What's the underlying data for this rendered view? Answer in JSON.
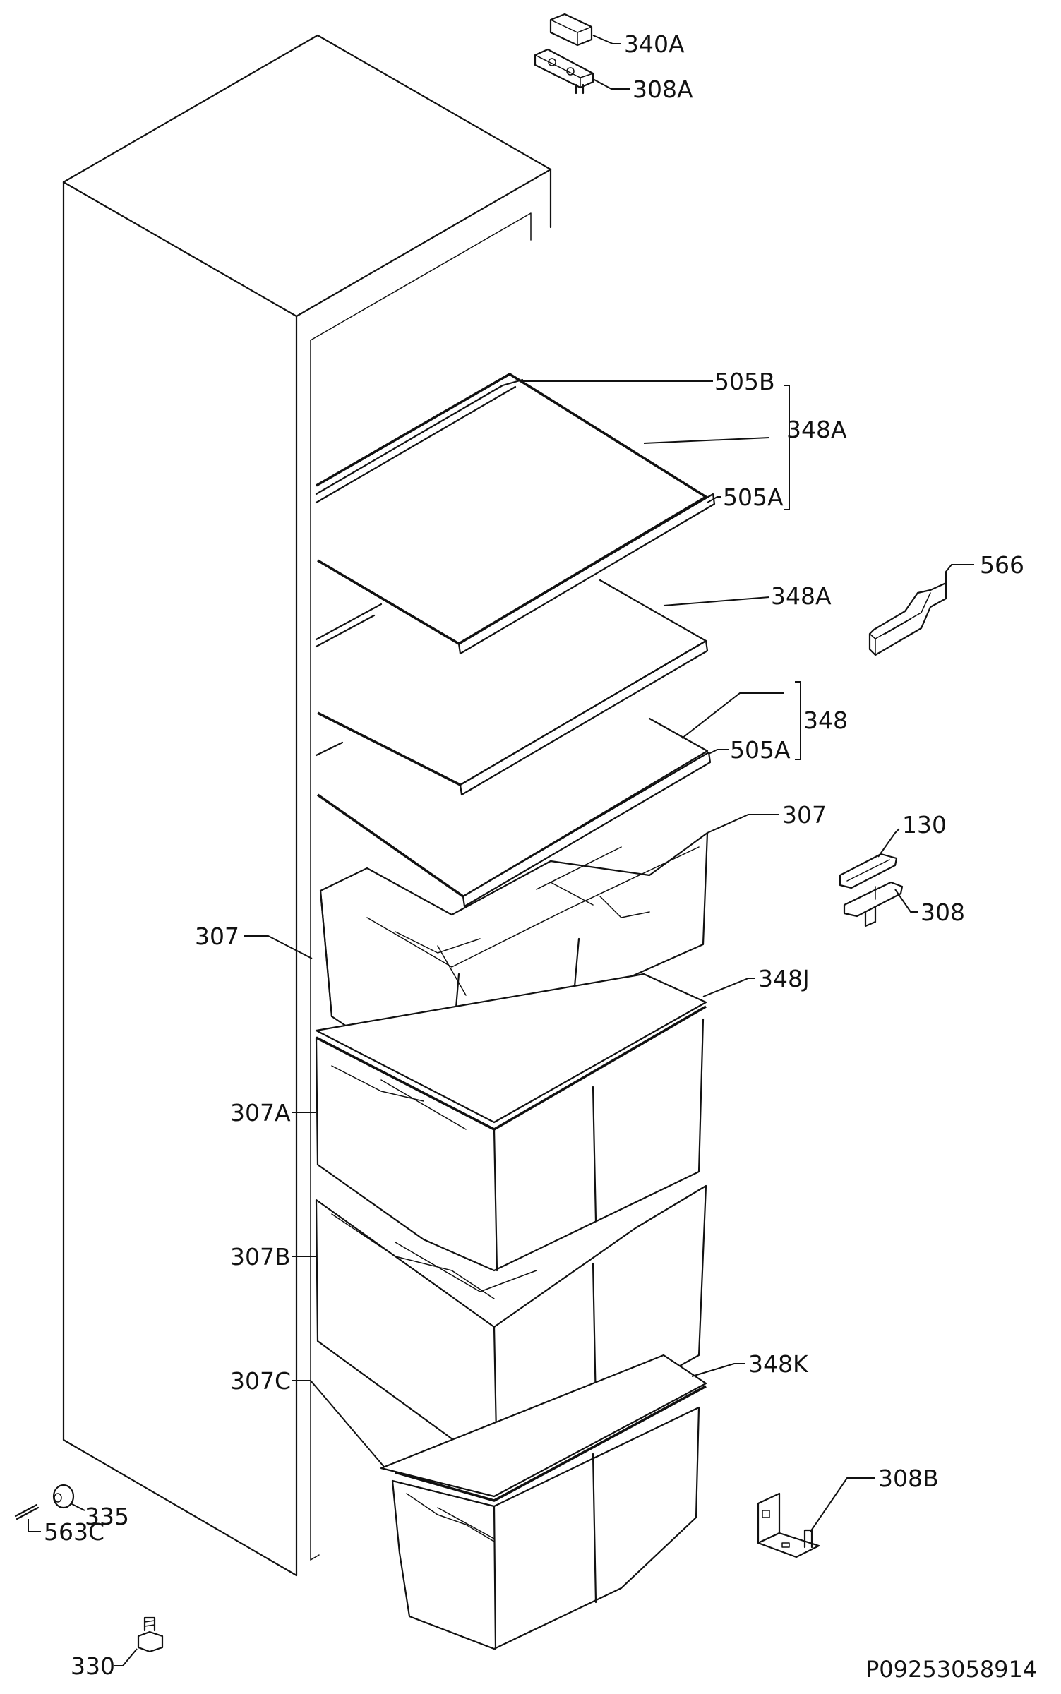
{
  "diagram": {
    "labels": {
      "p340A": "340A",
      "p308A_top": "308A",
      "p505B": "505B",
      "p348A_1": "348A",
      "p505A_1": "505A",
      "p566": "566",
      "p348A_2": "348A",
      "p348": "348",
      "p505A_2": "505A",
      "p307_right": "307",
      "p130": "130",
      "p308": "308",
      "p307_left": "307",
      "p348J": "348J",
      "p307A": "307A",
      "p307B": "307B",
      "p307C": "307C",
      "p348K": "348K",
      "p308B": "308B",
      "p335": "335",
      "p563C": "563C",
      "p330": "330"
    },
    "document_number": "P09253058914"
  }
}
